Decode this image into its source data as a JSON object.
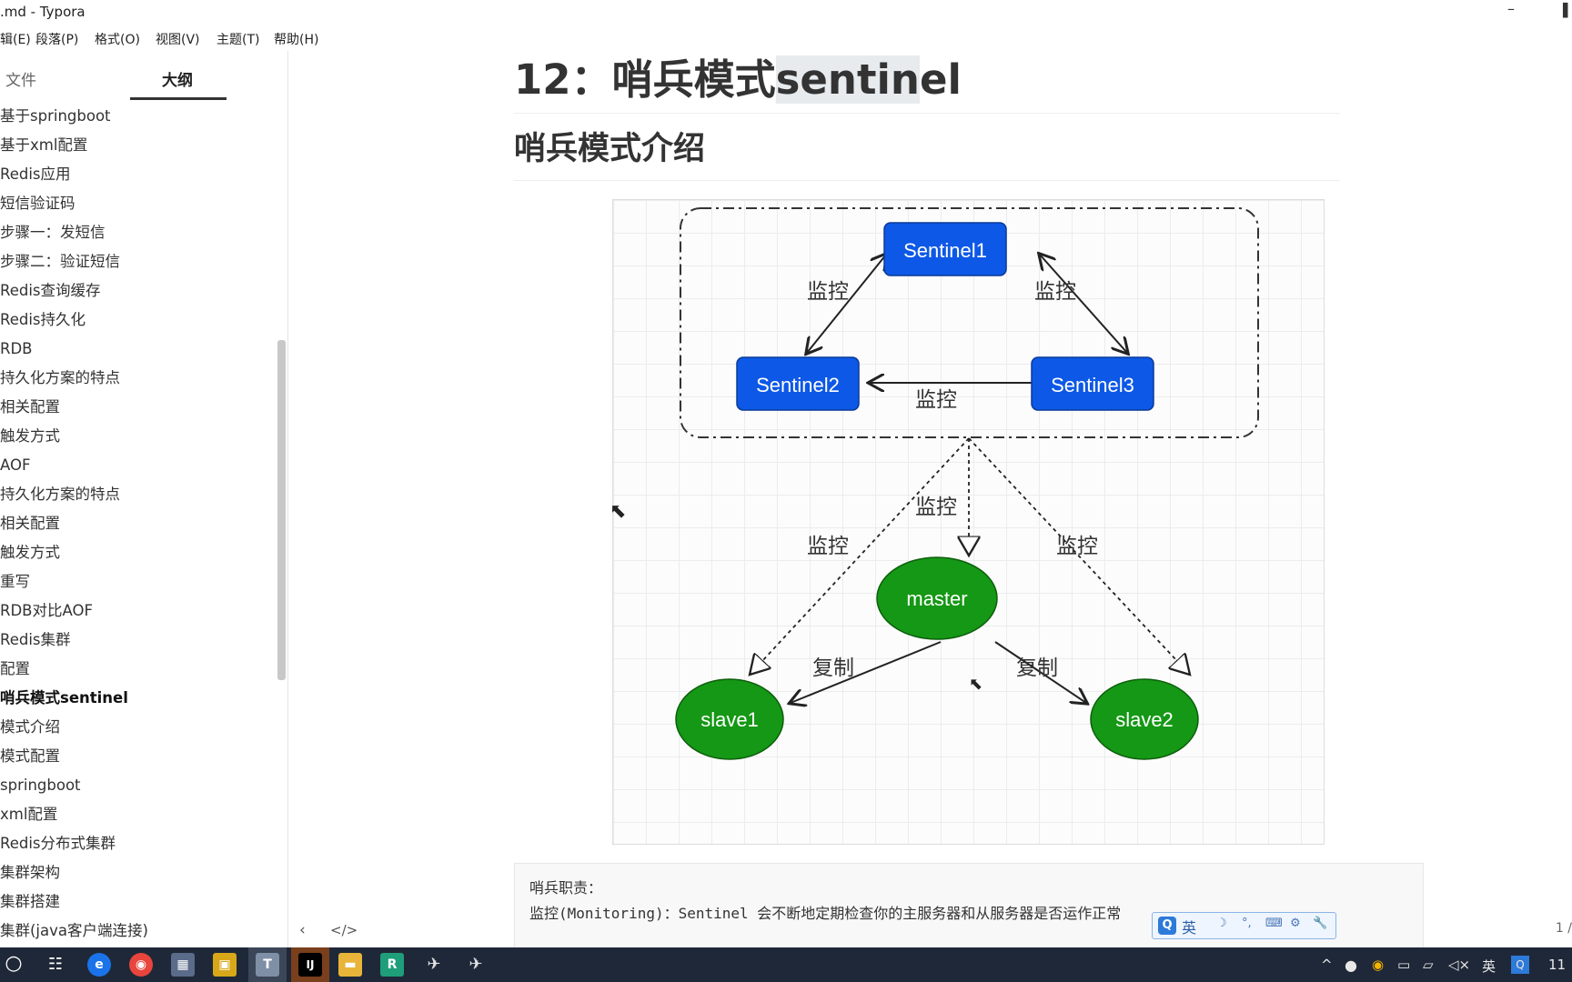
{
  "window": {
    "title": ".md - Typora"
  },
  "menu": [
    "编辑(E)",
    "段落(P)",
    "格式(O)",
    "视图(V)",
    "主题(T)",
    "帮助(H)"
  ],
  "sidebar": {
    "tab_files": "文件",
    "tab_outline": "大纲",
    "outline": [
      "基于springboot",
      "基于xml配置",
      "Redis应用",
      "短信验证码",
      "步骤一：发短信",
      "步骤二：验证短信",
      "Redis查询缓存",
      "Redis持久化",
      "RDB",
      "持久化方案的特点",
      "相关配置",
      "触发方式",
      "AOF",
      "持久化方案的特点",
      "相关配置",
      "触发方式",
      "重写",
      "RDB对比AOF",
      "Redis集群",
      "配置",
      "哨兵模式sentinel",
      "模式介绍",
      "模式配置",
      "springboot",
      "xml配置",
      "Redis分布式集群",
      "集群架构",
      "集群搭建",
      "集群(java客户端连接)"
    ],
    "active_index": 20,
    "bottom_left": "‹",
    "bottom_source": "</>"
  },
  "document": {
    "h1_prefix": "12：哨兵模式",
    "h1_highlight": "sentin",
    "h1_suffix": "el",
    "h2": "哨兵模式介绍",
    "code_lines": [
      "哨兵职责：",
      "监控(Monitoring)：Sentinel 会不断地定期检查你的主服务器和从服务器是否运作正常"
    ],
    "page_indicator": "1 /"
  },
  "diagram": {
    "nodes": {
      "sentinel1": "Sentinel1",
      "sentinel2": "Sentinel2",
      "sentinel3": "Sentinel3",
      "master": "master",
      "slave1": "slave1",
      "slave2": "slave2"
    },
    "edge_labels": {
      "monitor": "监控",
      "replicate": "复制"
    },
    "colors": {
      "sentinel": "#0d58e6",
      "node": "#159815"
    }
  },
  "ime": {
    "logo": "Q",
    "lang": "英",
    "tools": [
      "☽",
      "°,",
      "⌨",
      "⚙",
      "🔧"
    ]
  },
  "taskbar": {
    "systray": [
      "^",
      "🎤",
      "英",
      "11"
    ],
    "apps": [
      "chrome-icon",
      "explorer-icon",
      "typora-icon",
      "intellij-icon"
    ]
  }
}
